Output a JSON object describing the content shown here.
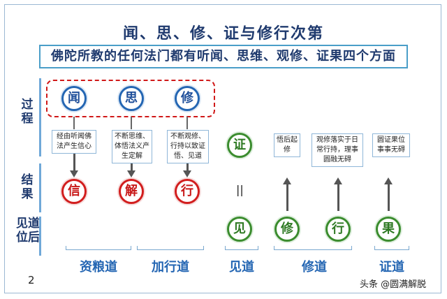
{
  "title": "闻、思、修、证与修行次第",
  "banner": "佛陀所教的任何法门都有听闻、思维、观修、证果四个方面",
  "row_labels": [
    "过程",
    "结果",
    "见道位后"
  ],
  "process": [
    {
      "char": "闻",
      "note": "经由听闻佛法产生信心"
    },
    {
      "char": "思",
      "note": "不断思维、体悟法义产生定解"
    },
    {
      "char": "修",
      "note": "不断观修、行持以致证悟、见道"
    }
  ],
  "results": [
    "信",
    "解",
    "行"
  ],
  "zheng": "证",
  "equals": "||",
  "jian": "见",
  "later": [
    {
      "char": "修",
      "note": "悟后起修"
    },
    {
      "char": "行",
      "note": "观修落实于日常行持，理事圆融无碍"
    },
    {
      "char": "果",
      "note": "圆证果位事事无碍"
    }
  ],
  "stages": [
    "资粮道",
    "加行道",
    "见道",
    "修道",
    "证道"
  ],
  "page_number": "2",
  "credit": "头条 @圆满解脱",
  "colors": {
    "blue": "#2466b3",
    "red": "#d21e1e",
    "green": "#3b8c2e",
    "navy": "#1f3a6e"
  }
}
